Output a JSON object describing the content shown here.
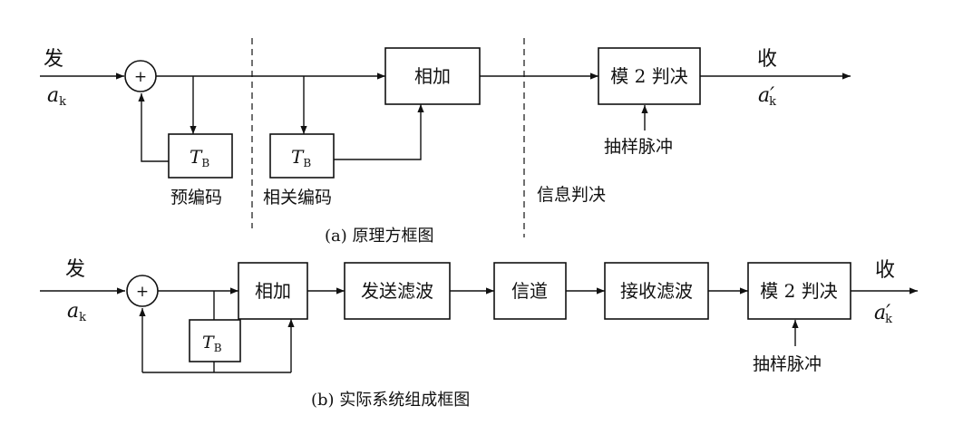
{
  "part_a": {
    "input_label": "发",
    "input_symbol": "a",
    "input_subscript": "k",
    "adder_symbol": "+",
    "delay_symbol": "T",
    "delay_subscript": "B",
    "precoding_label": "预编码",
    "correlative_coding_label": "相关编码",
    "info_decision_label": "信息判决",
    "add_box_label": "相加",
    "mod2_box_label": "模 2 判决",
    "sampling_pulse_label": "抽样脉冲",
    "output_label": "收",
    "output_symbol": "a′",
    "output_subscript": "k",
    "caption": "(a)  原理方框图"
  },
  "part_b": {
    "input_label": "发",
    "input_symbol": "a",
    "input_subscript": "k",
    "adder_symbol": "+",
    "delay_symbol": "T",
    "delay_subscript": "B",
    "add_box_label": "相加",
    "transmit_filter_label": "发送滤波",
    "channel_label": "信道",
    "receive_filter_label": "接收滤波",
    "mod2_box_label": "模 2 判决",
    "sampling_pulse_label": "抽样脉冲",
    "output_label": "收",
    "output_symbol": "a′",
    "output_subscript": "k",
    "caption": "(b)  实际系统组成框图"
  }
}
